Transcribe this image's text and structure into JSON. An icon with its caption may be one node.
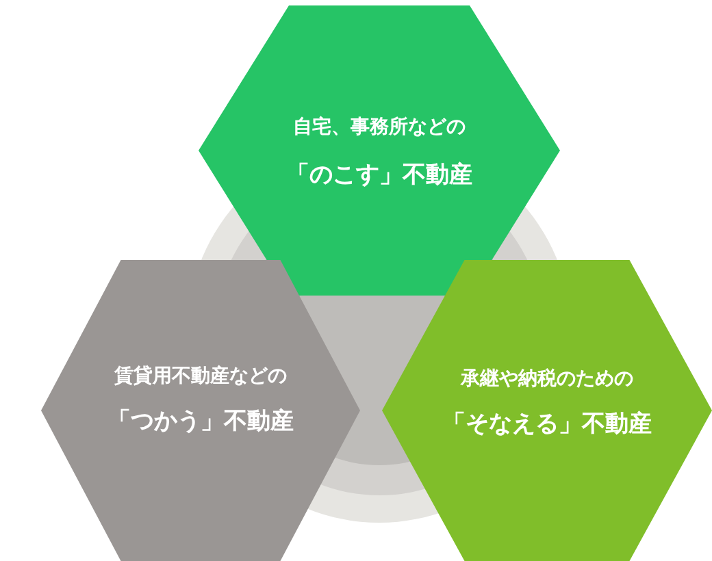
{
  "diagram": {
    "nodes": [
      {
        "text": [
          "自宅、事務所などの",
          "「のこす」不動産"
        ]
      },
      {
        "text": [
          "賃貸用不動産などの",
          "「つかう」不動産"
        ]
      },
      {
        "text": [
          "承継や納税のための",
          "「そなえる」不動産"
        ]
      }
    ]
  }
}
